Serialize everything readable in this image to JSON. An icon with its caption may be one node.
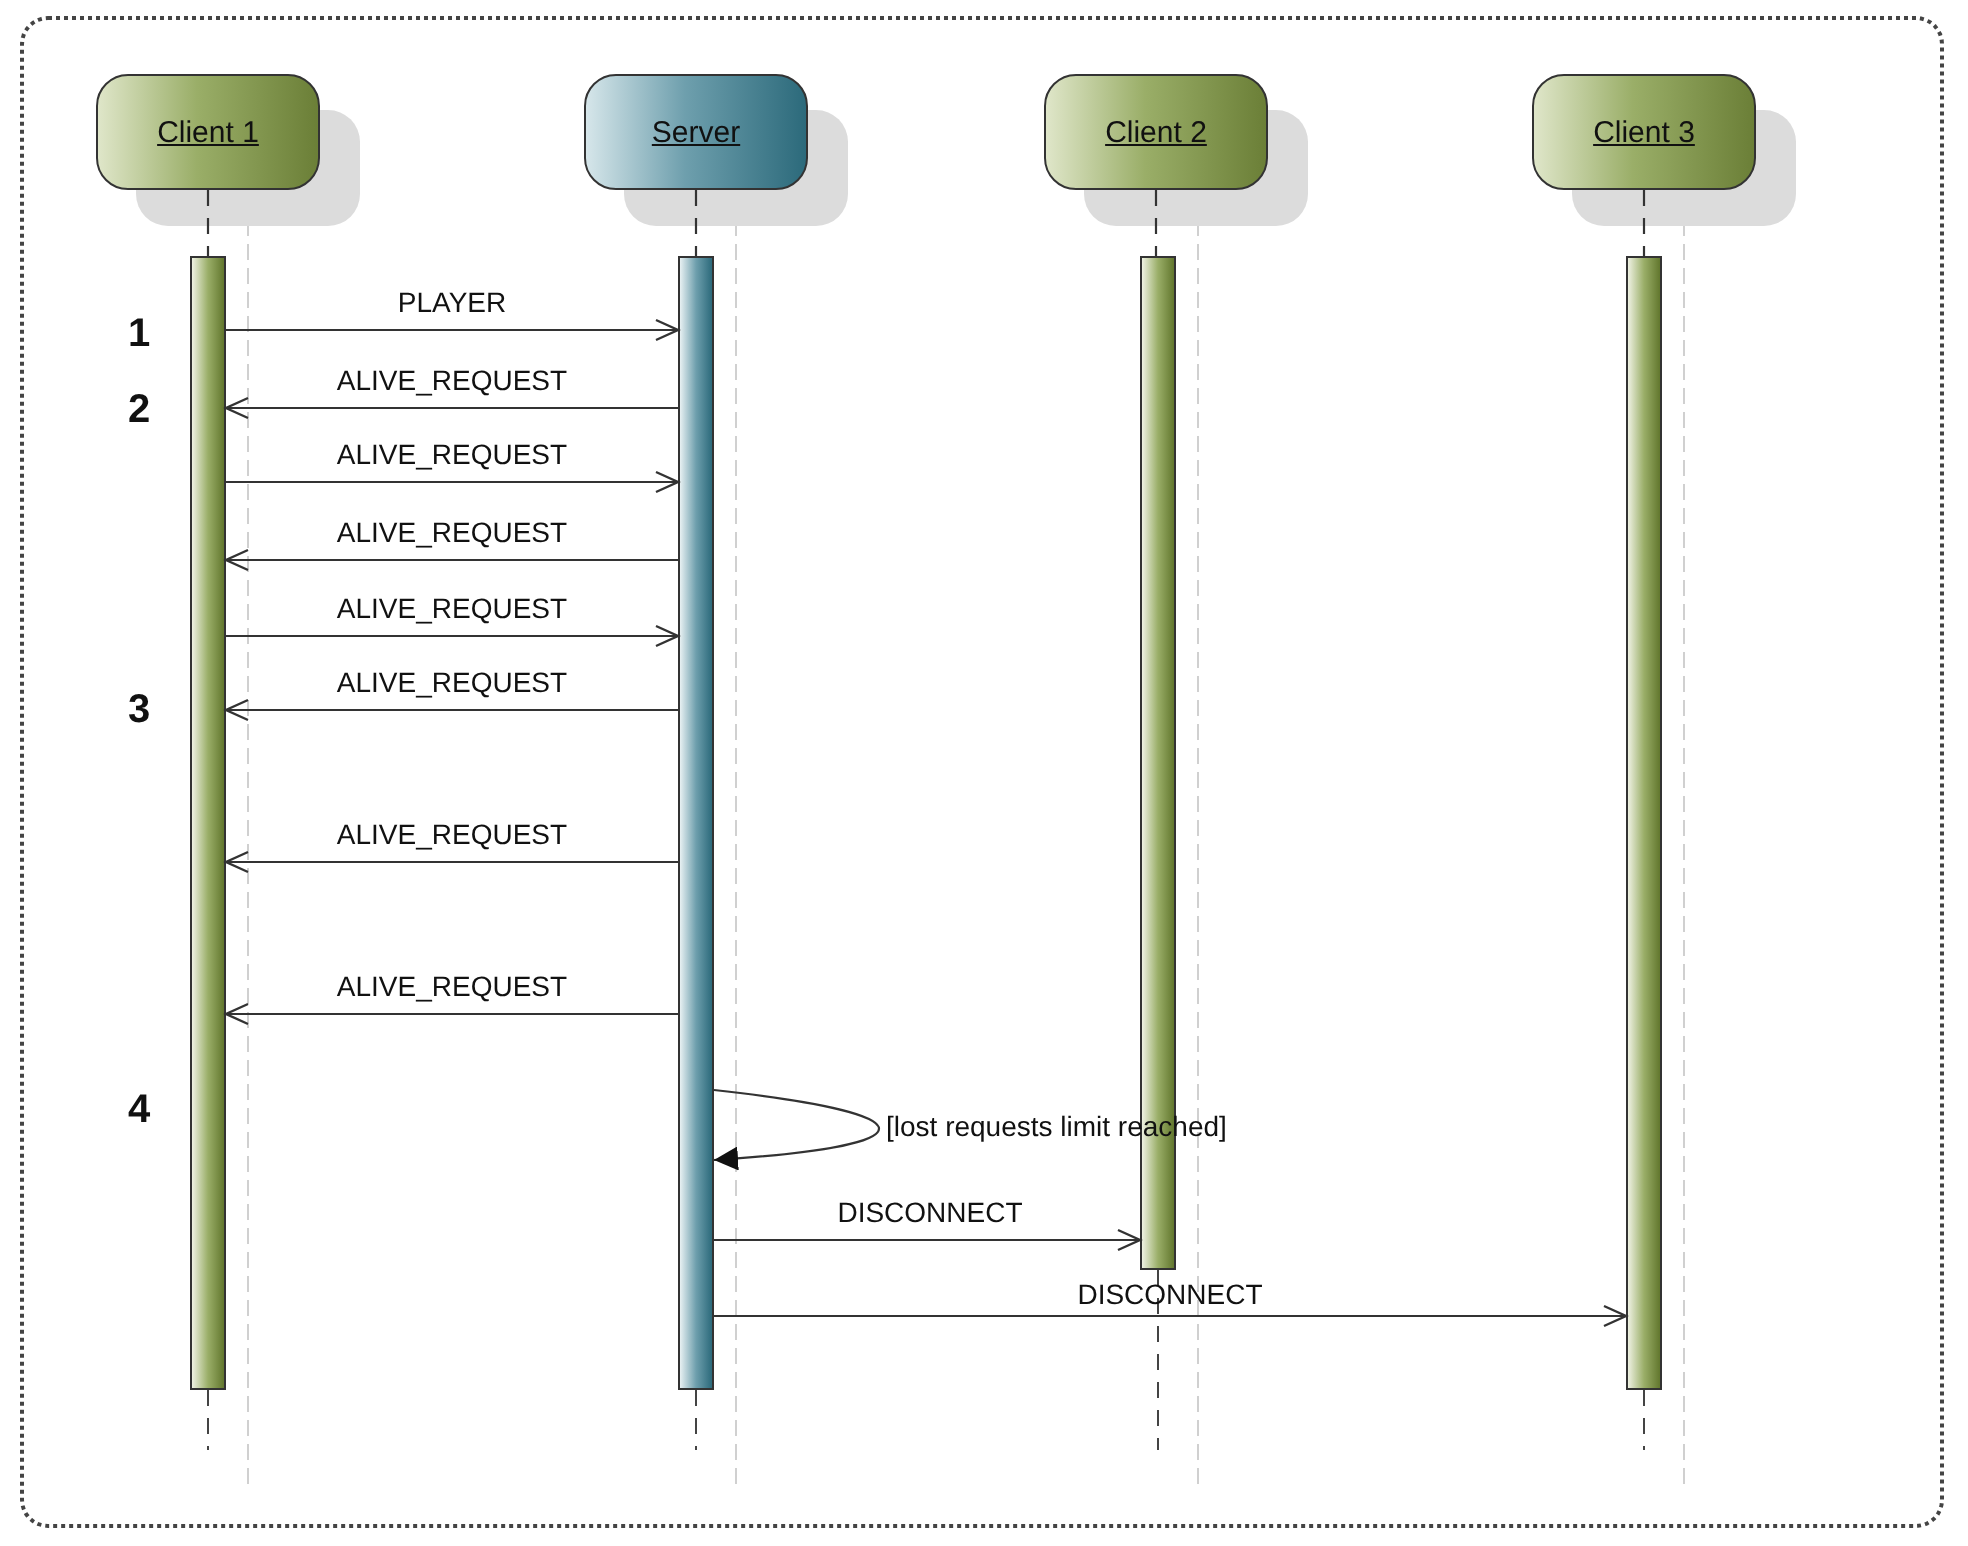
{
  "diagram": {
    "nodes": [
      {
        "text": [
          "Client 1"
        ]
      },
      {
        "text": [
          "Server"
        ]
      },
      {
        "text": [
          "Client 2"
        ]
      },
      {
        "text": [
          "Client 3"
        ]
      },
      {
        "text": [],
        "shape": "bar"
      },
      {
        "text": [],
        "shape": "bar"
      },
      {
        "text": [],
        "shape": "bar"
      },
      {
        "text": [],
        "shape": "bar"
      }
    ],
    "edges": [
      {
        "from": 0,
        "to": 4,
        "arrow": "none",
        "style": "dashed"
      },
      {
        "from": 1,
        "to": 5,
        "arrow": "none",
        "style": "dashed"
      },
      {
        "from": 2,
        "to": 6,
        "arrow": "none",
        "style": "dashed"
      },
      {
        "from": 3,
        "to": 7,
        "arrow": "none",
        "style": "dashed"
      },
      {
        "from": 4,
        "to": 5,
        "arrow": "to",
        "label": "PLAYER"
      },
      {
        "from": 5,
        "to": 4,
        "arrow": "to",
        "label": "ALIVE_REQUEST"
      },
      {
        "from": 4,
        "to": 5,
        "arrow": "to",
        "label": "ALIVE_REQUEST"
      },
      {
        "from": 5,
        "to": 4,
        "arrow": "to",
        "label": "ALIVE_REQUEST"
      },
      {
        "from": 4,
        "to": 5,
        "arrow": "to",
        "label": "ALIVE_REQUEST"
      },
      {
        "from": 5,
        "to": 4,
        "arrow": "to",
        "label": "ALIVE_REQUEST"
      },
      {
        "from": 5,
        "to": 4,
        "arrow": "to",
        "label": "ALIVE_REQUEST"
      },
      {
        "from": 5,
        "to": 4,
        "arrow": "to",
        "label": "ALIVE_REQUEST"
      },
      {
        "from": 5,
        "to": 5,
        "arrow": "to",
        "label": "[lost requests limit reached]"
      },
      {
        "from": 5,
        "to": 6,
        "arrow": "to",
        "label": "DISCONNECT"
      },
      {
        "from": 5,
        "to": 7,
        "arrow": "to",
        "label": "DISCONNECT"
      }
    ],
    "labels": [
      "1",
      "2",
      "3",
      "4"
    ]
  }
}
